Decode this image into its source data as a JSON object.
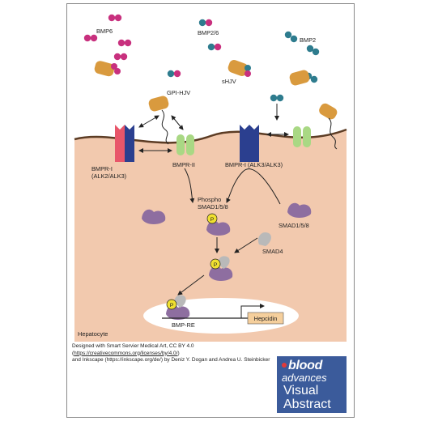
{
  "ligands": {
    "bmp6": "BMP6",
    "bmp26": "BMP2/6",
    "bmp2": "BMP2",
    "shjv": "sHJV",
    "gpi_hjv": "GPI-HJV"
  },
  "receptors": {
    "bmpr1_left_line1": "BMPR-I",
    "bmpr1_left_line2": "(ALK2/ALK3)",
    "bmpr2": "BMPR-II",
    "bmpr1_right": "BMPR-I (ALK3/ALK3)"
  },
  "signaling": {
    "phospho_line1": "Phospho",
    "phospho_line2": "SMAD1/5/8",
    "smad158": "SMAD1/5/8",
    "smad4": "SMAD4",
    "p_marker": "P"
  },
  "nucleus": {
    "bmp_re": "BMP-RE",
    "hepcidin": "Hepcidin"
  },
  "cell": {
    "label": "Hepatocyte"
  },
  "credit": {
    "line1": "Designed with Smart Servier Medical Art, CC BY 4.0 (",
    "link1": "https://creativecommons.org/licenses/by/4.0/",
    "line1_end": ")",
    "line2": "and Inkscape (https://inkscape.org/de/) by Deniz Y. Dogan and Andrea U. Steinbicker"
  },
  "badge": {
    "brand": "blood",
    "brand2": "advances",
    "title1": "Visual",
    "title2": "Abstract"
  },
  "colors": {
    "cytoplasm": "#f2c9ae",
    "membrane": "#5c3c24",
    "bmp6": "#c8307e",
    "bmp2": "#2e7c8e",
    "hjv": "#d99a3e",
    "bmpr1_left": "#e8566a",
    "bmpr1_blue": "#2b3f8f",
    "bmpr2": "#a9d884",
    "smad": "#8e6ea0",
    "smad4": "#b9b9b9",
    "phospho": "#f0e030",
    "badge": "#3b5b9b"
  }
}
